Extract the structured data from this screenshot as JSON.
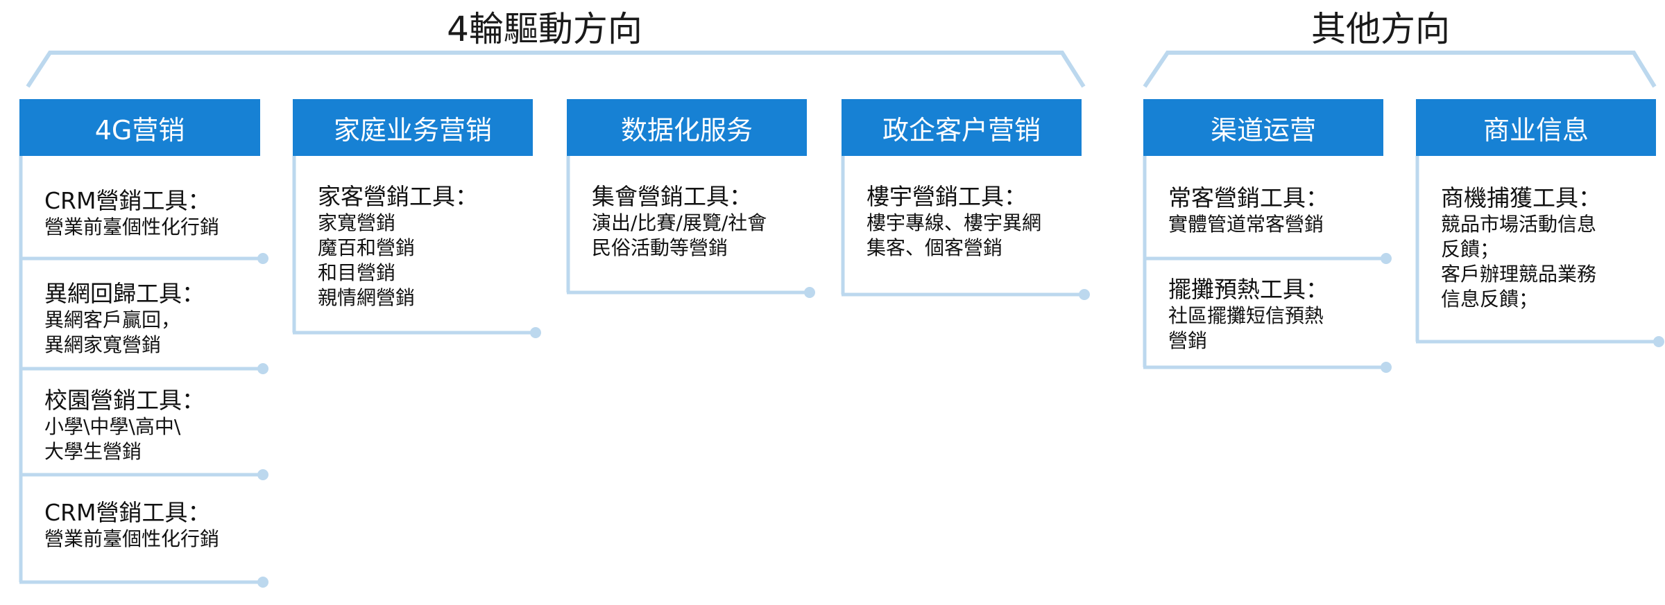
{
  "groups": {
    "drive": {
      "title": "4輪驅動方向"
    },
    "other": {
      "title": "其他方向"
    }
  },
  "columns": [
    {
      "header": "4G营销",
      "items": [
        {
          "title": "CRM營銷工具：",
          "lines": [
            "營業前臺個性化行銷"
          ]
        },
        {
          "title": "異網回歸工具：",
          "lines": [
            "異網客戶贏回，",
            "異網家寬營銷"
          ]
        },
        {
          "title": "校園營銷工具：",
          "lines": [
            "小學\\中學\\高中\\",
            "大學生營銷"
          ]
        },
        {
          "title": "CRM營銷工具：",
          "lines": [
            "營業前臺個性化行銷"
          ]
        }
      ]
    },
    {
      "header": "家庭业务营销",
      "items": [
        {
          "title": "家客營銷工具：",
          "lines": [
            "家寬營銷",
            "魔百和營銷",
            "和目營銷",
            "親情網營銷"
          ]
        }
      ]
    },
    {
      "header": "数据化服务",
      "items": [
        {
          "title": "集會營銷工具：",
          "lines": [
            "演出/比賽/展覽/社會",
            "民俗活動等營銷"
          ]
        }
      ]
    },
    {
      "header": "政企客户营销",
      "items": [
        {
          "title": "樓宇營銷工具：",
          "lines": [
            "樓宇專線、樓宇異網",
            "集客、個客營銷"
          ]
        }
      ]
    },
    {
      "header": "渠道运营",
      "items": [
        {
          "title": "常客營銷工具：",
          "lines": [
            "實體管道常客營銷"
          ]
        },
        {
          "title": "擺攤預熱工具：",
          "lines": [
            "社區擺攤短信預熱",
            "營銷"
          ]
        }
      ]
    },
    {
      "header": "商业信息",
      "items": [
        {
          "title": "商機捕獲工具：",
          "lines": [
            "競品市場活動信息",
            "反饋；",
            "客戶辦理競品業務",
            "信息反饋；"
          ]
        }
      ]
    }
  ],
  "colors": {
    "header_bg": "#1781d4",
    "line": "#bcd8ee",
    "dot": "#bcd8ee"
  }
}
